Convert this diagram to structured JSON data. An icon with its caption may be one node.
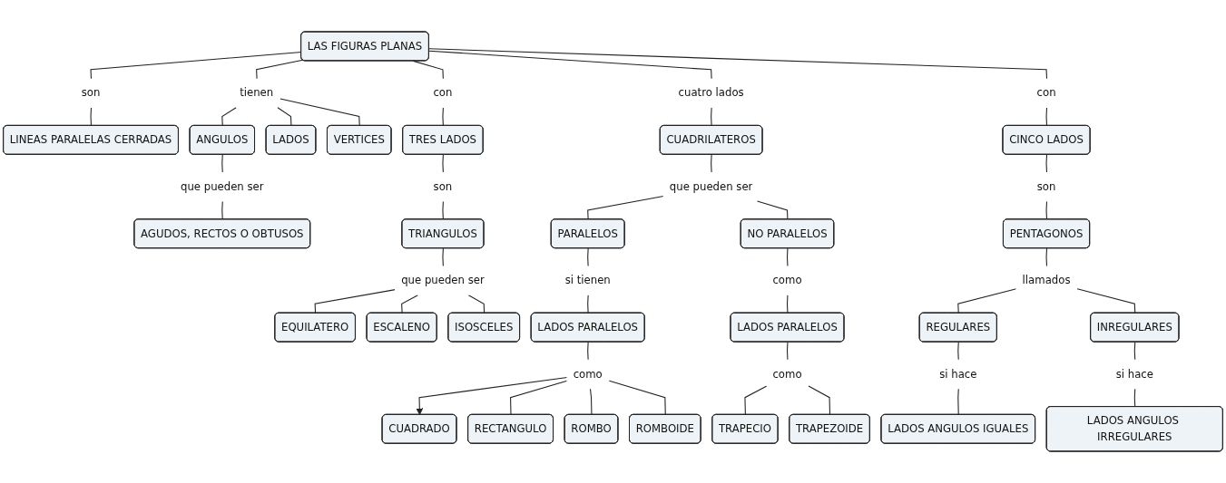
{
  "diagram": {
    "nodes": [
      {
        "text": [
          "LAS FIGURAS PLANAS"
        ]
      },
      {
        "text": [
          "son"
        ]
      },
      {
        "text": [
          "tienen"
        ]
      },
      {
        "text": [
          "con"
        ]
      },
      {
        "text": [
          "cuatro lados"
        ]
      },
      {
        "text": [
          "con"
        ]
      },
      {
        "text": [
          "LINEAS PARALELAS CERRADAS"
        ]
      },
      {
        "text": [
          "ANGULOS"
        ]
      },
      {
        "text": [
          "LADOS"
        ]
      },
      {
        "text": [
          "VERTICES"
        ]
      },
      {
        "text": [
          "TRES LADOS"
        ]
      },
      {
        "text": [
          "CUADRILATEROS"
        ]
      },
      {
        "text": [
          "CINCO LADOS"
        ]
      },
      {
        "text": [
          "que pueden ser"
        ]
      },
      {
        "text": [
          "son"
        ]
      },
      {
        "text": [
          "que pueden ser"
        ]
      },
      {
        "text": [
          "son"
        ]
      },
      {
        "text": [
          "AGUDOS, RECTOS O OBTUSOS"
        ]
      },
      {
        "text": [
          "TRIANGULOS"
        ]
      },
      {
        "text": [
          "PARALELOS"
        ]
      },
      {
        "text": [
          "NO PARALELOS"
        ]
      },
      {
        "text": [
          "PENTAGONOS"
        ]
      },
      {
        "text": [
          "que pueden ser"
        ]
      },
      {
        "text": [
          "si tienen"
        ]
      },
      {
        "text": [
          "como"
        ]
      },
      {
        "text": [
          "llamados"
        ]
      },
      {
        "text": [
          "EQUILATERO"
        ]
      },
      {
        "text": [
          "ESCALENO"
        ]
      },
      {
        "text": [
          "ISOSCELES"
        ]
      },
      {
        "text": [
          "LADOS PARALELOS"
        ]
      },
      {
        "text": [
          "LADOS PARALELOS"
        ]
      },
      {
        "text": [
          "REGULARES"
        ]
      },
      {
        "text": [
          "INREGULARES"
        ]
      },
      {
        "text": [
          "como"
        ]
      },
      {
        "text": [
          "como"
        ]
      },
      {
        "text": [
          "si hace"
        ]
      },
      {
        "text": [
          "si hace"
        ]
      },
      {
        "text": [
          "CUADRADO"
        ]
      },
      {
        "text": [
          "RECTANGULO"
        ]
      },
      {
        "text": [
          "ROMBO"
        ]
      },
      {
        "text": [
          "ROMBOIDE"
        ]
      },
      {
        "text": [
          "TRAPECIO"
        ]
      },
      {
        "text": [
          "TRAPEZOIDE"
        ]
      },
      {
        "text": [
          "LADOS ANGULOS IGUALES"
        ]
      },
      {
        "text": [
          "LADOS ANGULOS IRREGULARES"
        ]
      }
    ],
    "edges": [
      {
        "from": 0,
        "to": 1,
        "arrow": "none"
      },
      {
        "from": 1,
        "to": 6,
        "arrow": "none"
      },
      {
        "from": 0,
        "to": 2,
        "arrow": "none"
      },
      {
        "from": 2,
        "to": 7,
        "arrow": "none"
      },
      {
        "from": 2,
        "to": 8,
        "arrow": "none"
      },
      {
        "from": 2,
        "to": 9,
        "arrow": "none"
      },
      {
        "from": 0,
        "to": 3,
        "arrow": "none"
      },
      {
        "from": 3,
        "to": 10,
        "arrow": "none"
      },
      {
        "from": 0,
        "to": 4,
        "arrow": "none"
      },
      {
        "from": 4,
        "to": 11,
        "arrow": "none"
      },
      {
        "from": 0,
        "to": 5,
        "arrow": "none"
      },
      {
        "from": 5,
        "to": 12,
        "arrow": "none"
      },
      {
        "from": 7,
        "to": 13,
        "arrow": "none"
      },
      {
        "from": 13,
        "to": 17,
        "arrow": "none"
      },
      {
        "from": 10,
        "to": 14,
        "arrow": "none"
      },
      {
        "from": 14,
        "to": 18,
        "arrow": "none"
      },
      {
        "from": 11,
        "to": 15,
        "arrow": "none"
      },
      {
        "from": 15,
        "to": 19,
        "arrow": "none"
      },
      {
        "from": 15,
        "to": 20,
        "arrow": "none"
      },
      {
        "from": 12,
        "to": 16,
        "arrow": "none"
      },
      {
        "from": 16,
        "to": 21,
        "arrow": "none"
      },
      {
        "from": 18,
        "to": 22,
        "arrow": "none"
      },
      {
        "from": 22,
        "to": 26,
        "arrow": "none"
      },
      {
        "from": 22,
        "to": 27,
        "arrow": "none"
      },
      {
        "from": 22,
        "to": 28,
        "arrow": "none"
      },
      {
        "from": 19,
        "to": 23,
        "arrow": "none"
      },
      {
        "from": 23,
        "to": 29,
        "arrow": "none"
      },
      {
        "from": 20,
        "to": 24,
        "arrow": "none"
      },
      {
        "from": 24,
        "to": 30,
        "arrow": "none"
      },
      {
        "from": 21,
        "to": 25,
        "arrow": "none"
      },
      {
        "from": 25,
        "to": 31,
        "arrow": "none"
      },
      {
        "from": 25,
        "to": 32,
        "arrow": "none"
      },
      {
        "from": 29,
        "to": 33,
        "arrow": "none"
      },
      {
        "from": 33,
        "to": 37,
        "arrow": "to"
      },
      {
        "from": 33,
        "to": 38,
        "arrow": "none"
      },
      {
        "from": 33,
        "to": 39,
        "arrow": "none"
      },
      {
        "from": 33,
        "to": 40,
        "arrow": "none"
      },
      {
        "from": 30,
        "to": 34,
        "arrow": "none"
      },
      {
        "from": 34,
        "to": 41,
        "arrow": "none"
      },
      {
        "from": 34,
        "to": 42,
        "arrow": "none"
      },
      {
        "from": 31,
        "to": 35,
        "arrow": "none"
      },
      {
        "from": 35,
        "to": 43,
        "arrow": "none"
      },
      {
        "from": 32,
        "to": 36,
        "arrow": "none"
      },
      {
        "from": 36,
        "to": 44,
        "arrow": "none"
      }
    ]
  }
}
